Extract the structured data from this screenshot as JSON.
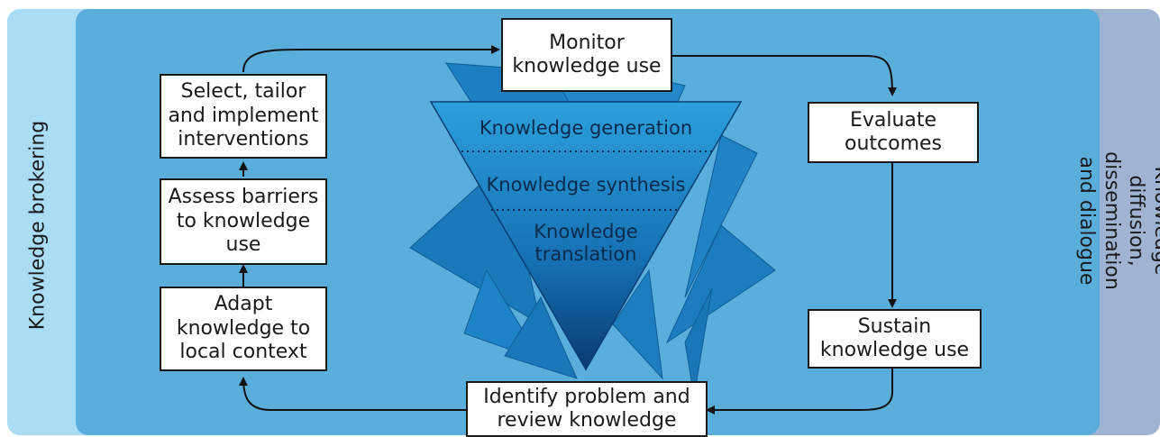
{
  "left_band_label": "Knowledge brokering",
  "right_band_label": "Knowledge diffusion, dissemination\nand dialogue",
  "steps": {
    "monitor": "Monitor\nknowledge use",
    "evaluate": "Evaluate\noutcomes",
    "sustain": "Sustain\nknowledge use",
    "identify": "Identify problem and\nreview knowledge",
    "adapt": "Adapt\nknowledge to\nlocal context",
    "assess": "Assess barriers\nto knowledge\nuse",
    "select": "Select, tailor\nand implement\ninterventions"
  },
  "funnel": {
    "generation": "Knowledge generation",
    "synthesis": "Knowledge synthesis",
    "translation": "Knowledge\ntranslation"
  },
  "colors": {
    "left_band": "#a9dcf5",
    "main_band": "#5aaedb",
    "right_band": "#9fb4d3",
    "star_fill": "#1f86c8",
    "funnel_top": "#2a9ad8",
    "funnel_bottom": "#0a3f78"
  }
}
